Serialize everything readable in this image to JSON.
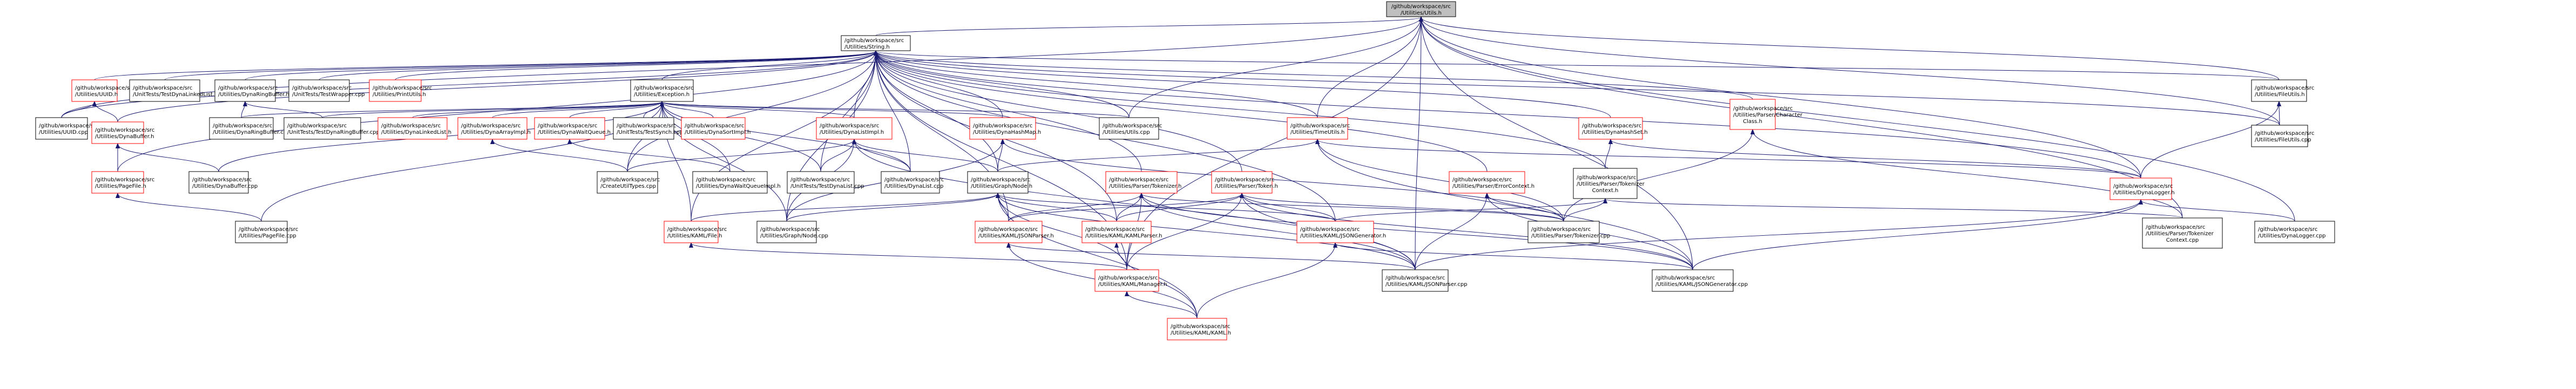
{
  "graph": {
    "title": "Include dependency graph — files that include Utilities/Utils.h",
    "edge_color": "#191970",
    "border_colors": {
      "complete": "#000000",
      "truncated": "#ff0000",
      "root_fill": "#bfbfbf"
    },
    "nodes": [
      {
        "id": "utils_h",
        "lines": [
          "/github/workspace/src",
          "/Utilities/Utils.h"
        ],
        "style": "root"
      },
      {
        "id": "string_h",
        "lines": [
          "/github/workspace/src",
          "/Utilities/String.h"
        ],
        "style": "black"
      },
      {
        "id": "uuid_h",
        "lines": [
          "/github/workspace/src",
          "/Utilities/UUID.h"
        ],
        "style": "red"
      },
      {
        "id": "test_dynalinkedlist",
        "lines": [
          "/github/workspace/src",
          "/UnitTests/TestDynaLinkedList.cpp"
        ],
        "style": "black"
      },
      {
        "id": "dynaringbuffer_h",
        "lines": [
          "/github/workspace/src",
          "/Utilities/DynaRingBuffer.h"
        ],
        "style": "black"
      },
      {
        "id": "testwrapper",
        "lines": [
          "/github/workspace/src",
          "/UnitTests/TestWrapper.cpp"
        ],
        "style": "black"
      },
      {
        "id": "printutils_h",
        "lines": [
          "/github/workspace/src",
          "/Utilities/PrintUtils.h"
        ],
        "style": "red"
      },
      {
        "id": "exception_h",
        "lines": [
          "/github/workspace/src",
          "/Utilities/Exception.h"
        ],
        "style": "black"
      },
      {
        "id": "charclass_h",
        "lines": [
          "/github/workspace/src",
          "/Utilities/Parser/Character",
          "Class.h"
        ],
        "style": "red"
      },
      {
        "id": "fileutils_h",
        "lines": [
          "/github/workspace/src",
          "/Utilities/FileUtils.h"
        ],
        "style": "black"
      },
      {
        "id": "uuid_cpp",
        "lines": [
          "/github/workspace/src",
          "/Utilities/UUID.cpp"
        ],
        "style": "black"
      },
      {
        "id": "dynabuffer_h",
        "lines": [
          "/github/workspace/src",
          "/Utilities/DynaBuffer.h"
        ],
        "style": "red"
      },
      {
        "id": "dynaringbuffer_cpp",
        "lines": [
          "/github/workspace/src",
          "/Utilities/DynaRingBuffer.cpp"
        ],
        "style": "black"
      },
      {
        "id": "test_dynaringbuffer",
        "lines": [
          "/github/workspace/src",
          "/UnitTests/TestDynaRingBuffer.cpp"
        ],
        "style": "black"
      },
      {
        "id": "dynalinkedlist_h",
        "lines": [
          "/github/workspace/src",
          "/Utilities/DynaLinkedList.h"
        ],
        "style": "red"
      },
      {
        "id": "dynaarrayimpl_h",
        "lines": [
          "/github/workspace/src",
          "/Utilities/DynaArrayImpl.h"
        ],
        "style": "red"
      },
      {
        "id": "dynawaitqueue_h",
        "lines": [
          "/github/workspace/src",
          "/Utilities/DynaWaitQueue.h"
        ],
        "style": "red"
      },
      {
        "id": "testsynch",
        "lines": [
          "/github/workspace/src",
          "/UnitTests/TestSynch.cpp"
        ],
        "style": "black"
      },
      {
        "id": "dynasortimpl_h",
        "lines": [
          "/github/workspace/src",
          "/Utilities/DynaSortImpl.h"
        ],
        "style": "red"
      },
      {
        "id": "dynalistimpl_h",
        "lines": [
          "/github/workspace/src",
          "/Utilities/DynaListImpl.h"
        ],
        "style": "red"
      },
      {
        "id": "dynahashmap_h",
        "lines": [
          "/github/workspace/src",
          "/Utilities/DynaHashMap.h"
        ],
        "style": "red"
      },
      {
        "id": "utils_cpp",
        "lines": [
          "/github/workspace/src",
          "/Utilities/Utils.cpp"
        ],
        "style": "black"
      },
      {
        "id": "timeutils_h",
        "lines": [
          "/github/workspace/src",
          "/Utilities/TimeUtils.h"
        ],
        "style": "red"
      },
      {
        "id": "dynahashset_h",
        "lines": [
          "/github/workspace/src",
          "/Utilities/DynaHashSet.h"
        ],
        "style": "red"
      },
      {
        "id": "fileutils_cpp",
        "lines": [
          "/github/workspace/src",
          "/Utilities/FileUtils.cpp"
        ],
        "style": "black"
      },
      {
        "id": "pagefile_h",
        "lines": [
          "/github/workspace/src",
          "/Utilities/PageFile.h"
        ],
        "style": "red"
      },
      {
        "id": "dynabuffer_cpp",
        "lines": [
          "/github/workspace/src",
          "/Utilities/DynaBuffer.cpp"
        ],
        "style": "black"
      },
      {
        "id": "createutiltypes",
        "lines": [
          "/github/workspace/src",
          "/CreateUtilTypes.cpp"
        ],
        "style": "black"
      },
      {
        "id": "dynawaitqueueimpl_h",
        "lines": [
          "/github/workspace/src",
          "/Utilities/DynaWaitQueueImpl.h"
        ],
        "style": "black"
      },
      {
        "id": "test_dynalist",
        "lines": [
          "/github/workspace/src",
          "/UnitTests/TestDynaList.cpp"
        ],
        "style": "black"
      },
      {
        "id": "dynalist_cpp",
        "lines": [
          "/github/workspace/src",
          "/Utilities/DynaList.cpp"
        ],
        "style": "black"
      },
      {
        "id": "node_h",
        "lines": [
          "/github/workspace/src",
          "/Utilities/Graph/Node.h"
        ],
        "style": "black"
      },
      {
        "id": "tokenizer_h",
        "lines": [
          "/github/workspace/src",
          "/Utilities/Parser/Tokenizer.h"
        ],
        "style": "red"
      },
      {
        "id": "token_h",
        "lines": [
          "/github/workspace/src",
          "/Utilities/Parser/Token.h"
        ],
        "style": "red"
      },
      {
        "id": "errorcontext_h",
        "lines": [
          "/github/workspace/src",
          "/Utilities/Parser/ErrorContext.h"
        ],
        "style": "red"
      },
      {
        "id": "tokenizercontext_h",
        "lines": [
          "/github/workspace/src",
          "/Utilities/Parser/Tokenizer",
          "Context.h"
        ],
        "style": "black"
      },
      {
        "id": "dynalogger_h",
        "lines": [
          "/github/workspace/src",
          "/Utilities/DynaLogger.h"
        ],
        "style": "red"
      },
      {
        "id": "pagefile_cpp",
        "lines": [
          "/github/workspace/src",
          "/Utilities/PageFile.cpp"
        ],
        "style": "black"
      },
      {
        "id": "kamlfile_h",
        "lines": [
          "/github/workspace/src",
          "/Utilities/KAML/File.h"
        ],
        "style": "red"
      },
      {
        "id": "node_cpp",
        "lines": [
          "/github/workspace/src",
          "/Utilities/Graph/Node.cpp"
        ],
        "style": "black"
      },
      {
        "id": "jsonparser_h",
        "lines": [
          "/github/workspace/src",
          "/Utilities/KAML/JSONParser.h"
        ],
        "style": "red"
      },
      {
        "id": "kamlparser_h",
        "lines": [
          "/github/workspace/src",
          "/Utilities/KAML/KAMLParser.h"
        ],
        "style": "red"
      },
      {
        "id": "jsongenerator_h",
        "lines": [
          "/github/workspace/src",
          "/Utilities/KAML/JSONGenerator.h"
        ],
        "style": "red"
      },
      {
        "id": "tokenizer_cpp",
        "lines": [
          "/github/workspace/src",
          "/Utilities/Parser/Tokenizer.cpp"
        ],
        "style": "black"
      },
      {
        "id": "tokenizercontext_cpp",
        "lines": [
          "/github/workspace/src",
          "/Utilities/Parser/Tokenizer",
          "Context.cpp"
        ],
        "style": "black"
      },
      {
        "id": "dynalogger_cpp",
        "lines": [
          "/github/workspace/src",
          "/Utilities/DynaLogger.cpp"
        ],
        "style": "black"
      },
      {
        "id": "manager_h",
        "lines": [
          "/github/workspace/src",
          "/Utilities/KAML/Manager.h"
        ],
        "style": "red"
      },
      {
        "id": "jsonparser_cpp",
        "lines": [
          "/github/workspace/src",
          "/Utilities/KAML/JSONParser.cpp"
        ],
        "style": "black"
      },
      {
        "id": "jsongenerator_cpp",
        "lines": [
          "/github/workspace/src",
          "/Utilities/KAML/JSONGenerator.cpp"
        ],
        "style": "black"
      },
      {
        "id": "kaml_h",
        "lines": [
          "/github/workspace/src",
          "/Utilities/KAML/KAML.h"
        ],
        "style": "red"
      }
    ],
    "edges": [
      [
        "string_h",
        "utils_h"
      ],
      [
        "uuid_cpp",
        "utils_h"
      ],
      [
        "utils_cpp",
        "utils_h"
      ],
      [
        "fileutils_h",
        "utils_h"
      ],
      [
        "fileutils_cpp",
        "utils_h"
      ],
      [
        "timeutils_h",
        "utils_h"
      ],
      [
        "dynalogger_h",
        "utils_h"
      ],
      [
        "jsongenerator_cpp",
        "utils_h"
      ],
      [
        "dynalogger_cpp",
        "utils_h"
      ],
      [
        "tokenizercontext_cpp",
        "utils_h"
      ],
      [
        "manager_h",
        "utils_h"
      ],
      [
        "jsonparser_cpp",
        "utils_h"
      ],
      [
        "uuid_h",
        "string_h"
      ],
      [
        "test_dynalinkedlist",
        "string_h"
      ],
      [
        "dynaringbuffer_h",
        "string_h"
      ],
      [
        "testwrapper",
        "string_h"
      ],
      [
        "printutils_h",
        "string_h"
      ],
      [
        "exception_h",
        "string_h"
      ],
      [
        "charclass_h",
        "string_h"
      ],
      [
        "fileutils_h",
        "string_h"
      ],
      [
        "uuid_cpp",
        "string_h"
      ],
      [
        "dynabuffer_h",
        "string_h"
      ],
      [
        "pagefile_h",
        "string_h"
      ],
      [
        "utils_cpp",
        "string_h"
      ],
      [
        "timeutils_h",
        "string_h"
      ],
      [
        "dynahashset_h",
        "string_h"
      ],
      [
        "dynahashmap_h",
        "string_h"
      ],
      [
        "dynalistimpl_h",
        "string_h"
      ],
      [
        "node_h",
        "string_h"
      ],
      [
        "tokenizer_h",
        "string_h"
      ],
      [
        "token_h",
        "string_h"
      ],
      [
        "errorcontext_h",
        "string_h"
      ],
      [
        "tokenizercontext_h",
        "string_h"
      ],
      [
        "dynalogger_h",
        "string_h"
      ],
      [
        "kamlfile_h",
        "string_h"
      ],
      [
        "node_cpp",
        "string_h"
      ],
      [
        "test_dynalist",
        "string_h"
      ],
      [
        "dynalist_cpp",
        "string_h"
      ],
      [
        "createutiltypes",
        "string_h"
      ],
      [
        "jsonparser_h",
        "string_h"
      ],
      [
        "kamlparser_h",
        "string_h"
      ],
      [
        "jsongenerator_h",
        "string_h"
      ],
      [
        "fileutils_cpp",
        "string_h"
      ],
      [
        "manager_h",
        "string_h"
      ],
      [
        "uuid_cpp",
        "uuid_h"
      ],
      [
        "dynabuffer_h",
        "uuid_h"
      ],
      [
        "dynaringbuffer_cpp",
        "dynaringbuffer_h"
      ],
      [
        "test_dynaringbuffer",
        "dynaringbuffer_h"
      ],
      [
        "dynaringbuffer_cpp",
        "exception_h"
      ],
      [
        "test_dynaringbuffer",
        "exception_h"
      ],
      [
        "dynalinkedlist_h",
        "exception_h"
      ],
      [
        "dynaarrayimpl_h",
        "exception_h"
      ],
      [
        "dynawaitqueue_h",
        "exception_h"
      ],
      [
        "testsynch",
        "exception_h"
      ],
      [
        "dynasortimpl_h",
        "exception_h"
      ],
      [
        "dynalistimpl_h",
        "exception_h"
      ],
      [
        "dynahashmap_h",
        "exception_h"
      ],
      [
        "utils_cpp",
        "exception_h"
      ],
      [
        "dynabuffer_cpp",
        "exception_h"
      ],
      [
        "pagefile_cpp",
        "exception_h"
      ],
      [
        "createutiltypes",
        "exception_h"
      ],
      [
        "dynawaitqueueimpl_h",
        "exception_h"
      ],
      [
        "node_cpp",
        "exception_h"
      ],
      [
        "kamlfile_h",
        "exception_h"
      ],
      [
        "dynalist_cpp",
        "exception_h"
      ],
      [
        "test_dynalist",
        "exception_h"
      ],
      [
        "tokenizercontext_cpp",
        "charclass_h"
      ],
      [
        "tokenizer_cpp",
        "charclass_h"
      ],
      [
        "fileutils_cpp",
        "fileutils_h"
      ],
      [
        "dynalogger_h",
        "fileutils_h"
      ],
      [
        "pagefile_h",
        "dynabuffer_h"
      ],
      [
        "dynabuffer_cpp",
        "dynabuffer_h"
      ],
      [
        "pagefile_cpp",
        "pagefile_h"
      ],
      [
        "createutiltypes",
        "dynaarrayimpl_h"
      ],
      [
        "dynawaitqueueimpl_h",
        "dynawaitqueue_h"
      ],
      [
        "createutiltypes",
        "dynalistimpl_h"
      ],
      [
        "test_dynalist",
        "dynalistimpl_h"
      ],
      [
        "dynalist_cpp",
        "dynalistimpl_h"
      ],
      [
        "node_cpp",
        "dynalistimpl_h"
      ],
      [
        "node_h",
        "dynalistimpl_h"
      ],
      [
        "jsonparser_cpp",
        "dynalistimpl_h"
      ],
      [
        "node_h",
        "dynahashmap_h"
      ],
      [
        "node_cpp",
        "dynahashmap_h"
      ],
      [
        "tokenizer_cpp",
        "dynahashmap_h"
      ],
      [
        "node_h",
        "timeutils_h"
      ],
      [
        "dynalogger_h",
        "timeutils_h"
      ],
      [
        "jsongenerator_cpp",
        "timeutils_h"
      ],
      [
        "tokenizer_cpp",
        "timeutils_h"
      ],
      [
        "tokenizercontext_h",
        "dynahashset_h"
      ],
      [
        "dynalogger_h",
        "dynahashset_h"
      ],
      [
        "kamlfile_h",
        "node_h"
      ],
      [
        "node_cpp",
        "node_h"
      ],
      [
        "jsonparser_h",
        "node_h"
      ],
      [
        "kamlparser_h",
        "node_h"
      ],
      [
        "jsongenerator_h",
        "node_h"
      ],
      [
        "manager_h",
        "node_h"
      ],
      [
        "kaml_h",
        "node_h"
      ],
      [
        "jsonparser_cpp",
        "node_h"
      ],
      [
        "jsonparser_h",
        "tokenizer_h"
      ],
      [
        "kamlparser_h",
        "tokenizer_h"
      ],
      [
        "tokenizer_cpp",
        "tokenizer_h"
      ],
      [
        "jsonparser_cpp",
        "tokenizer_h"
      ],
      [
        "jsongenerator_cpp",
        "tokenizer_h"
      ],
      [
        "manager_h",
        "tokenizer_h"
      ],
      [
        "jsonparser_h",
        "token_h"
      ],
      [
        "kamlparser_h",
        "token_h"
      ],
      [
        "jsongenerator_h",
        "token_h"
      ],
      [
        "tokenizer_cpp",
        "token_h"
      ],
      [
        "jsonparser_cpp",
        "token_h"
      ],
      [
        "jsongenerator_cpp",
        "token_h"
      ],
      [
        "manager_h",
        "token_h"
      ],
      [
        "tokenizer_cpp",
        "errorcontext_h"
      ],
      [
        "jsonparser_cpp",
        "errorcontext_h"
      ],
      [
        "jsongenerator_cpp",
        "errorcontext_h"
      ],
      [
        "tokenizer_cpp",
        "tokenizercontext_h"
      ],
      [
        "tokenizercontext_cpp",
        "tokenizercontext_h"
      ],
      [
        "jsongenerator_h",
        "tokenizercontext_h"
      ],
      [
        "jsonparser_cpp",
        "dynalogger_h"
      ],
      [
        "jsongenerator_cpp",
        "dynalogger_h"
      ],
      [
        "dynalogger_cpp",
        "dynalogger_h"
      ],
      [
        "manager_h",
        "kamlfile_h"
      ],
      [
        "kaml_h",
        "jsonparser_h"
      ],
      [
        "kaml_h",
        "kamlparser_h"
      ],
      [
        "kaml_h",
        "jsongenerator_h"
      ],
      [
        "kaml_h",
        "manager_h"
      ],
      [
        "jsonparser_cpp",
        "jsonparser_h"
      ],
      [
        "jsongenerator_cpp",
        "jsongenerator_h"
      ]
    ]
  }
}
